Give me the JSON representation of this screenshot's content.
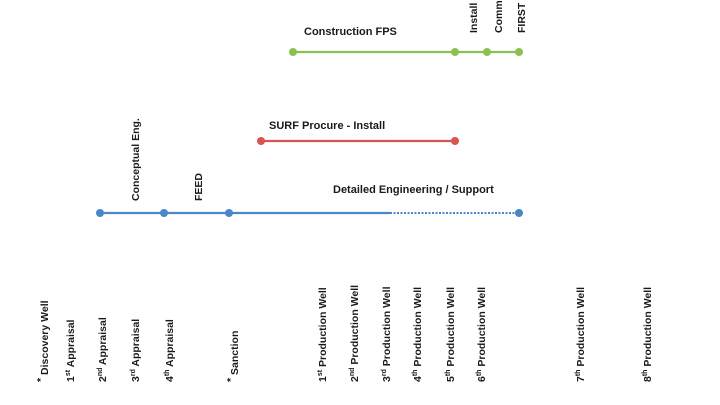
{
  "tracks": [
    {
      "name": "construction",
      "label": "Construction FPS",
      "color": "#8cc152",
      "dots": [
        293,
        455,
        487,
        519
      ],
      "start": 293,
      "end": 519,
      "dashed_from": null
    },
    {
      "name": "surf",
      "label": "SURF Procure - Install",
      "color": "#d9534f",
      "dots": [
        261,
        455
      ],
      "start": 261,
      "end": 455,
      "dashed_from": null
    },
    {
      "name": "engineering",
      "label": "Detailed Engineering / Support",
      "color": "#4a86c8",
      "dots": [
        100,
        164,
        229,
        519
      ],
      "start": 100,
      "end": 519,
      "dashed_from": 390
    }
  ],
  "phase_labels": [
    {
      "id": "conceptual",
      "text": "Conceptual Eng."
    },
    {
      "id": "feed",
      "text": "FEED"
    },
    {
      "id": "install",
      "text": "Install"
    },
    {
      "id": "comm",
      "text": "Comm"
    },
    {
      "id": "first",
      "text": "FIRST"
    }
  ],
  "milestones": [
    {
      "id": "m1",
      "prefix": "* ",
      "sup": "",
      "text": "Discovery Well"
    },
    {
      "id": "m2",
      "prefix": "1",
      "sup": "st",
      "text": " Appraisal"
    },
    {
      "id": "m3",
      "prefix": "2",
      "sup": "nd",
      "text": " Appraisal"
    },
    {
      "id": "m4",
      "prefix": "3",
      "sup": "rd",
      "text": " Appraisal"
    },
    {
      "id": "m5",
      "prefix": "4",
      "sup": "th",
      "text": " Appraisal"
    },
    {
      "id": "m6",
      "prefix": "* ",
      "sup": "",
      "text": "Sanction"
    },
    {
      "id": "m7",
      "prefix": "1",
      "sup": "st",
      "text": " Production Well"
    },
    {
      "id": "m8",
      "prefix": "2",
      "sup": "nd",
      "text": " Production Well"
    },
    {
      "id": "m9",
      "prefix": "3",
      "sup": "rd",
      "text": " Production Well"
    },
    {
      "id": "m10",
      "prefix": "4",
      "sup": "th",
      "text": " Production Well"
    },
    {
      "id": "m11",
      "prefix": "5",
      "sup": "th",
      "text": " Production Well"
    },
    {
      "id": "m12",
      "prefix": "6",
      "sup": "th",
      "text": " Production Well"
    },
    {
      "id": "m13",
      "prefix": "7",
      "sup": "th",
      "text": " Production Well"
    },
    {
      "id": "m14",
      "prefix": "8",
      "sup": "th",
      "text": " Production Well"
    }
  ]
}
